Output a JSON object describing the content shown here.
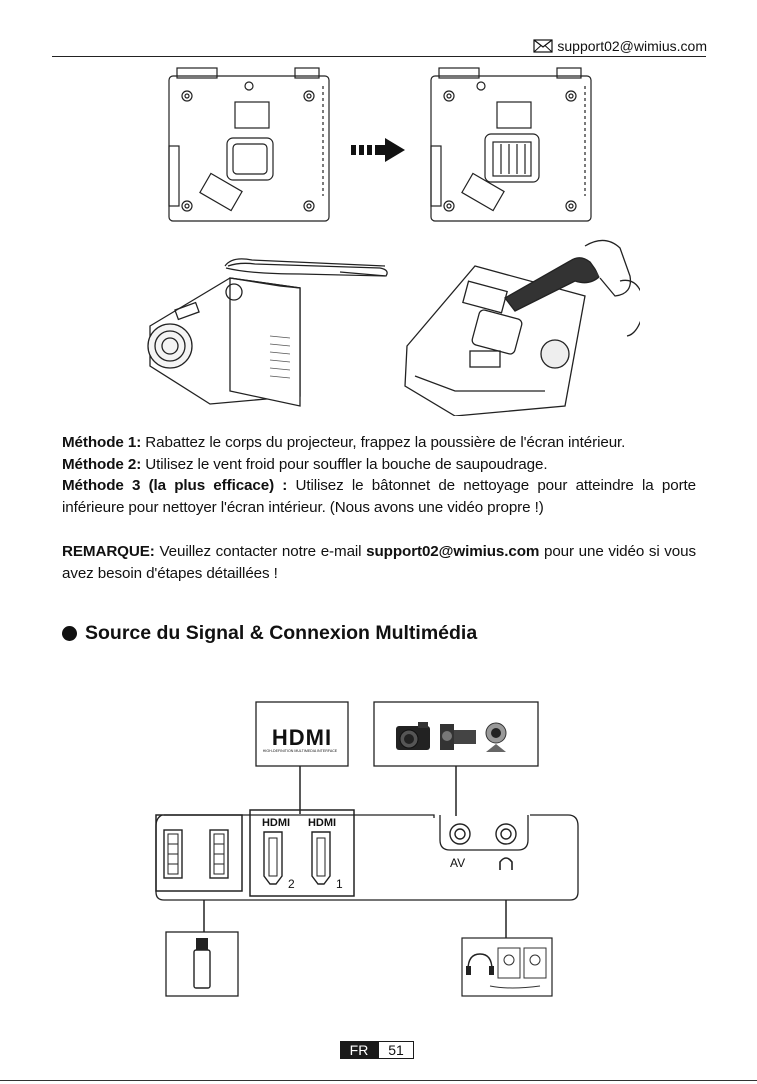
{
  "header": {
    "email": "support02@wimius.com",
    "icon": "envelope-icon"
  },
  "methods": [
    {
      "label": "Méthode 1:",
      "text": " Rabattez le corps du projecteur, frappez la poussière de l'écran intérieur."
    },
    {
      "label": "Méthode 2:",
      "text": " Utilisez le vent froid pour souffler la bouche de saupoudrage."
    },
    {
      "label": "Méthode 3 (la plus efficace) :",
      "text": " Utilisez le bâtonnet de nettoyage pour atteindre la porte inférieure pour nettoyer l'écran intérieur. (Nous avons une vidéo propre !)"
    }
  ],
  "remark": {
    "label": "REMARQUE:",
    "text_before": " Veuillez contacter notre e-mail ",
    "email": "support02@wimius.com",
    "text_after": " pour une vidéo si vous avez besoin d'étapes détaillées !"
  },
  "section_title": "Source du Signal & Connexion Multimédia",
  "diagram": {
    "hdmi_logo": "HDMI",
    "hdmi_tagline": "HIGH-DEFINITION MULTIMEDIA INTERFACE",
    "port_labels": {
      "hdmi_a": "HDMI",
      "hdmi_b": "HDMI",
      "hdmi2": "2",
      "hdmi1": "1",
      "av": "AV"
    }
  },
  "footer": {
    "lang": "FR",
    "page": "51"
  }
}
